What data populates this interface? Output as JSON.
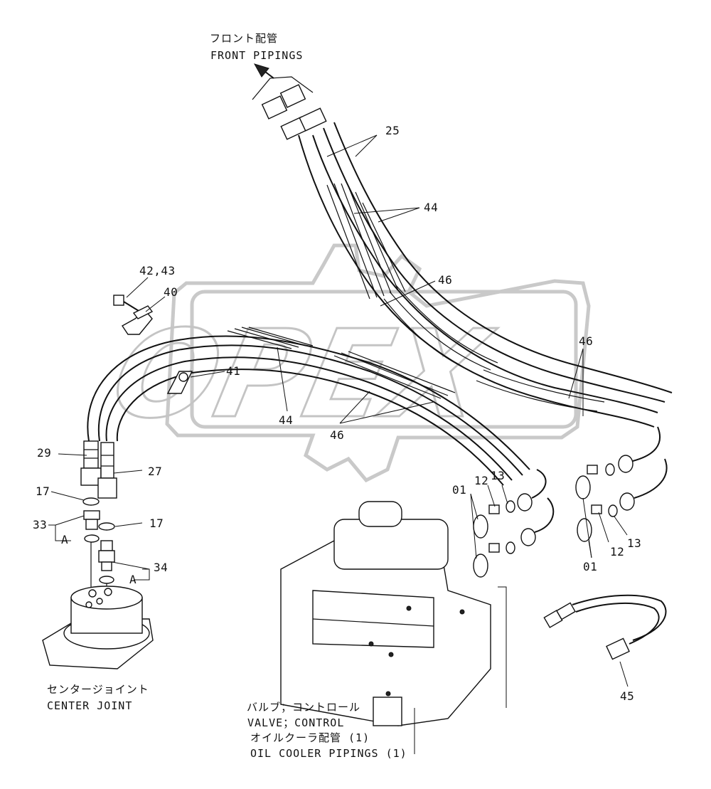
{
  "watermark": {
    "text": "OPEX"
  },
  "destinations": {
    "front_jp": "フロント配管",
    "front_en": "FRONT PIPINGS",
    "center_jp": "センタージョイント",
    "center_en": "CENTER JOINT",
    "valve_jp": "バルブ；コントロール",
    "valve_en": "VALVE；CONTROL",
    "cooler_jp": "オイルクーラ配管 (1)",
    "cooler_en": "OIL COOLER PIPINGS (1)"
  },
  "callouts": {
    "p25": "25",
    "p44_top": "44",
    "p46_top": "46",
    "p46_right": "46",
    "p42_43": "42,43",
    "p40": "40",
    "p41": "41",
    "p44_mid": "44",
    "p46_mid": "46",
    "p29": "29",
    "p27": "27",
    "p17_left": "17",
    "p17_right": "17",
    "p33": "33",
    "pA_left": "A",
    "p34": "34",
    "pA_right": "A",
    "p01_left": "01",
    "p12_left": "12",
    "p13_left": "13",
    "p12_right": "12",
    "p13_right": "13",
    "p01_right": "01",
    "p45": "45"
  },
  "colors": {
    "line": "#111111",
    "watermark": "#c9c9c9",
    "background": "#ffffff"
  }
}
